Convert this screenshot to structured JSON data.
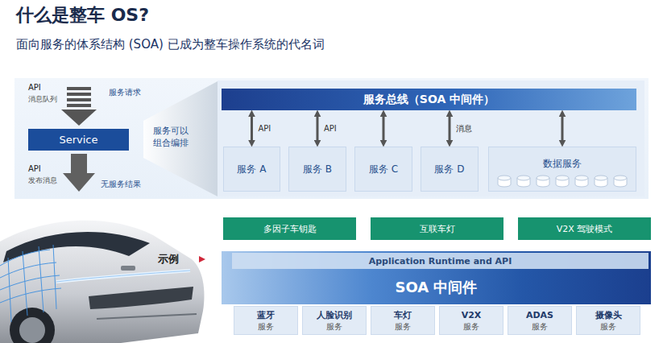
{
  "diagram": {
    "title": "什么是整车 OS?",
    "caption": "面向服务的体系结构 (SOA) 已成为整车操作系统的代名词",
    "nodes": [
      {
        "text": [
          "Service"
        ]
      },
      {
        "text": [
          "服务总线（SOA 中间件）"
        ]
      },
      {
        "text": [
          "服务 A"
        ]
      },
      {
        "text": [
          "服务 B"
        ]
      },
      {
        "text": [
          "服务 C"
        ]
      },
      {
        "text": [
          "服务 D"
        ]
      },
      {
        "text": [
          "数据服务"
        ]
      },
      {
        "text": [
          "多因子车钥匙"
        ]
      },
      {
        "text": [
          "互联车灯"
        ]
      },
      {
        "text": [
          "V2X 驾驶模式"
        ]
      },
      {
        "text": [
          "SOA 中间件"
        ]
      },
      {
        "text": [
          "Application Runtime and API"
        ],
        "in": 10
      },
      {
        "text": [
          "蓝牙",
          "服务"
        ]
      },
      {
        "text": [
          "人脸识别",
          "服务"
        ]
      },
      {
        "text": [
          "车灯",
          "服务"
        ]
      },
      {
        "text": [
          "V2X",
          "服务"
        ]
      },
      {
        "text": [
          "ADAS",
          "服务"
        ]
      },
      {
        "text": [
          "摄像头",
          "服务"
        ]
      }
    ],
    "edges": [
      {
        "from": 1,
        "to": 2,
        "arrow": "both",
        "label": "API"
      },
      {
        "from": 1,
        "to": 3,
        "arrow": "both",
        "label": "API"
      },
      {
        "from": 1,
        "to": 4,
        "arrow": "both"
      },
      {
        "from": 1,
        "to": 5,
        "arrow": "both",
        "label": "消息"
      },
      {
        "from": 1,
        "to": 6,
        "arrow": "both"
      }
    ],
    "labels": [
      "API",
      "消息队列",
      "服务请求",
      "API",
      "发布消息",
      "无服务结果",
      "服务可以 组合编排",
      "示例"
    ]
  }
}
